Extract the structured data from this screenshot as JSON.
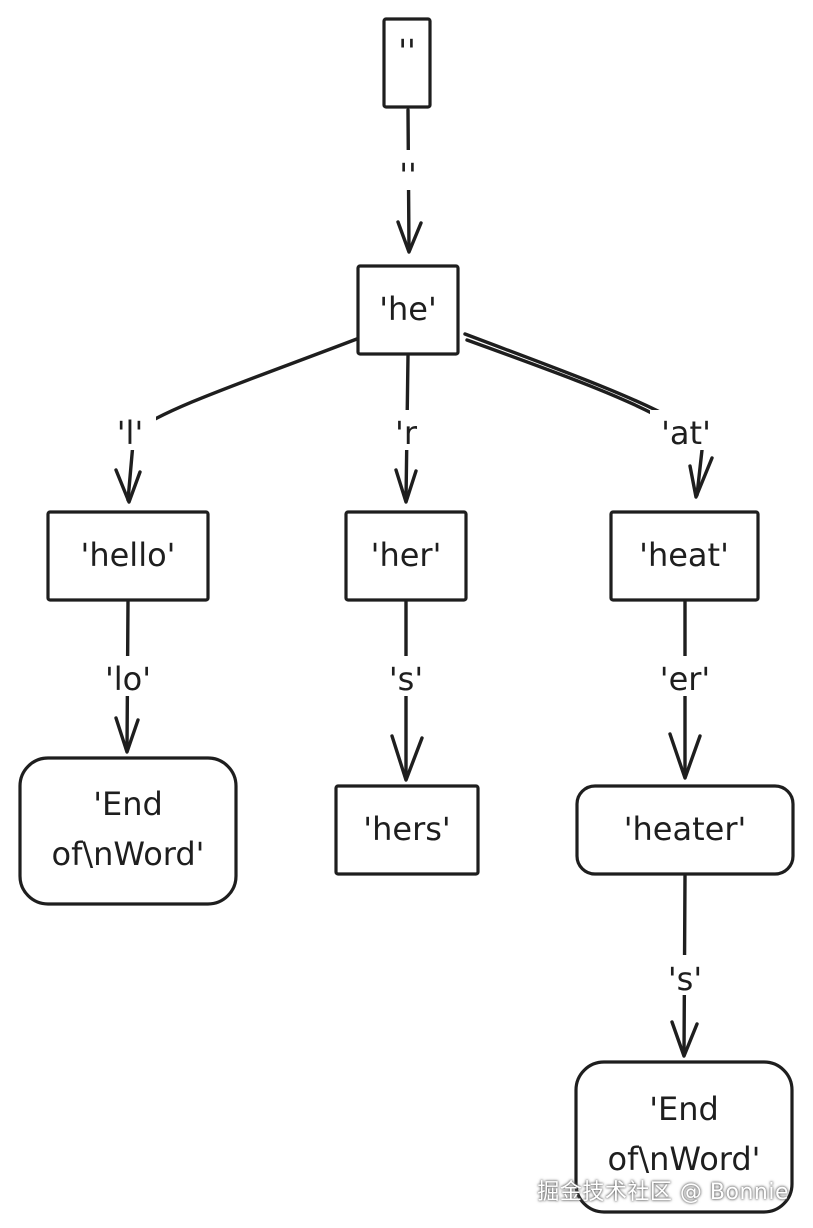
{
  "diagram": {
    "nodes": {
      "root": "''",
      "he": "'he'",
      "hello": "'hello'",
      "her": "'her'",
      "heat": "'heat'",
      "end1_line1": "'End",
      "end1_line2": "of\\nWord'",
      "hers": "'hers'",
      "heater": "'heater'",
      "end2_line1": "'End",
      "end2_line2": "of\\nWord'"
    },
    "edges": {
      "root_he": "''",
      "he_hello": "'l'",
      "he_her": "'r",
      "he_heat": "'at'",
      "hello_end": "'lo'",
      "her_hers": "'s'",
      "heat_heater": "'er'",
      "heater_end": "'s'"
    },
    "stroke_color": "#1e1e1e",
    "background_color": "#ffffff"
  },
  "watermark": "掘金技术社区 @ Bonnie"
}
